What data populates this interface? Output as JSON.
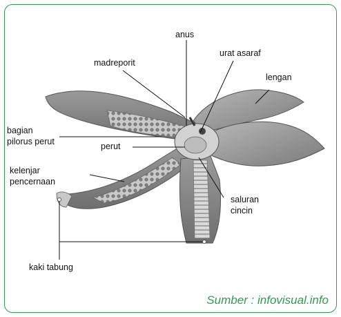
{
  "labels": {
    "anus": "anus",
    "madreporit": "madreporit",
    "urat_asaraf": "urat asaraf",
    "lengan": "lengan",
    "bagian_pilorus_perut_1": "bagian",
    "bagian_pilorus_perut_2": "pilorus perut",
    "perut": "perut",
    "kelenjar_pencernaan_1": "kelenjar",
    "kelenjar_pencernaan_2": "pencernaan",
    "saluran_cincin_1": "saluran",
    "saluran_cincin_2": "cincin",
    "kaki_tabung": "kaki tabung"
  },
  "source": "Sumber : infovisual.info",
  "colors": {
    "frame": "#2e9b53",
    "source_text": "#2e9b53",
    "body_dark": "#7e7e7e",
    "body_mid": "#a9a9a9",
    "body_light": "#d8d8d8"
  }
}
